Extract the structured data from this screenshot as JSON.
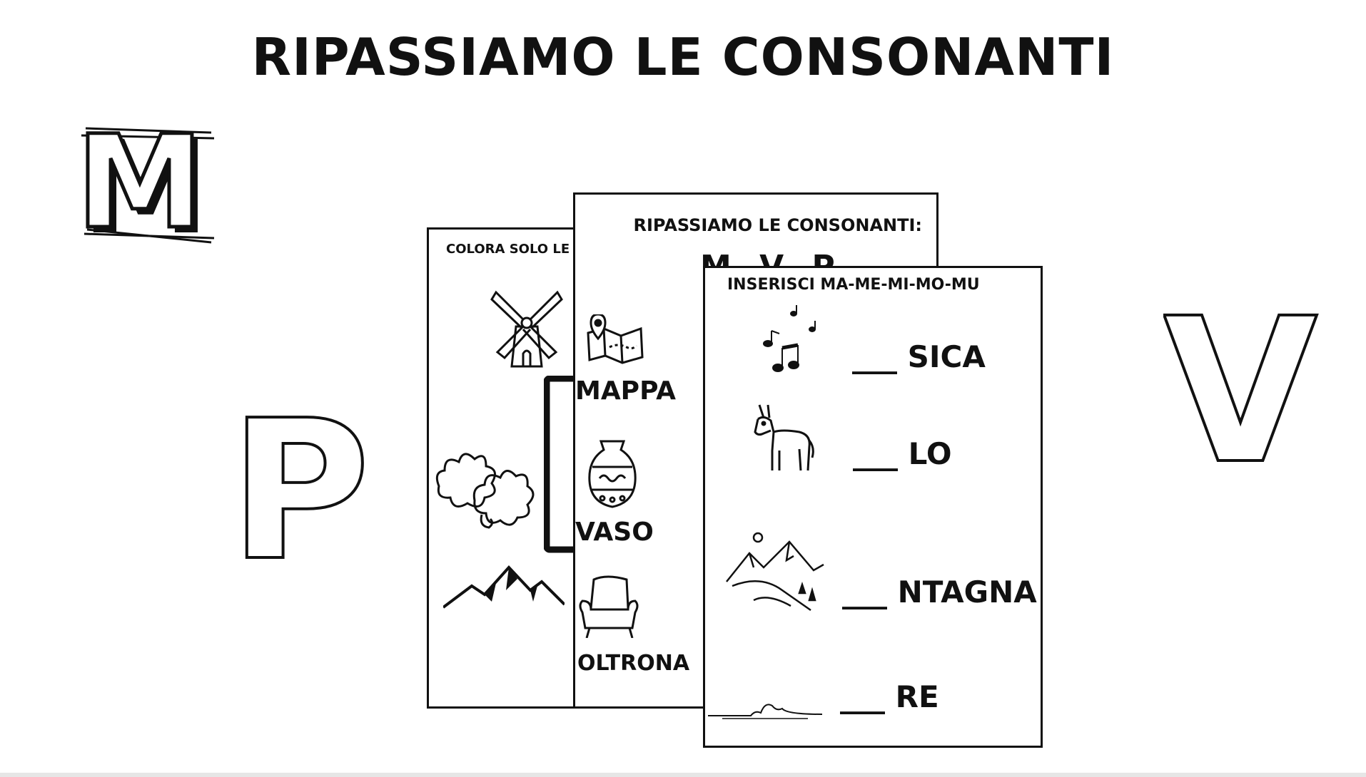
{
  "title": "RIPASSIAMO LE CONSONANTI",
  "decor_letters": {
    "m": "M",
    "p": "P",
    "v": "V"
  },
  "sheets": {
    "sheet1": {
      "heading": "COLORA SOLO LE P"
    },
    "sheet2": {
      "heading": "RIPASSIAMO LE CONSONANTI:",
      "letters": "M V P",
      "words": [
        "MAPPA",
        "VASO",
        "OLTRONA"
      ]
    },
    "sheet3": {
      "heading": "INSERISCI MA-ME-MI-MO-MU",
      "items": [
        "___ SICA",
        "___ LO",
        "___ NTAGNA",
        "___ RE"
      ]
    }
  },
  "icons": {
    "windmill": "windmill-icon",
    "leaves": "leaves-icon",
    "mountains": "mountains-icon",
    "map": "map-icon",
    "vase": "vase-icon",
    "armchair": "armchair-icon",
    "music": "music-notes-icon",
    "donkey": "donkey-icon",
    "landscape": "mountain-landscape-icon",
    "sea": "sea-wave-icon"
  }
}
